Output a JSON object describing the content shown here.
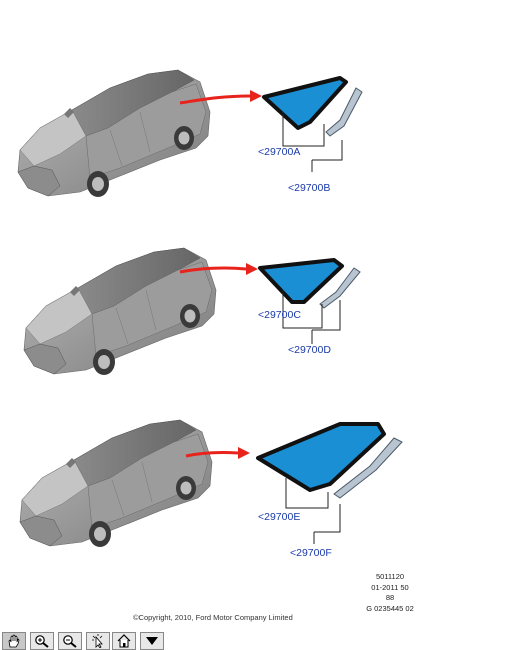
{
  "diagram": {
    "groups": [
      {
        "parts": [
          "<29700A",
          "<29700B"
        ]
      },
      {
        "parts": [
          "<29700C",
          "<29700D"
        ]
      },
      {
        "parts": [
          "<29700E",
          "<29700F"
        ]
      }
    ],
    "glass_color": "#1a8fd4",
    "arrow_color": "#e8231c",
    "label_color": "#1a3aa8"
  },
  "reference": {
    "lines": [
      "5011120",
      "01-2011 50",
      "88",
      "G 0235445 02"
    ]
  },
  "copyright": "©Copyright, 2010, Ford Motor Company Limited",
  "toolbar": {
    "buttons": [
      {
        "name": "pan-tool-button",
        "icon": "hand-icon"
      },
      {
        "name": "zoom-in-button",
        "icon": "zoom-in-icon"
      },
      {
        "name": "zoom-out-button",
        "icon": "zoom-out-icon"
      },
      {
        "name": "select-tool-button",
        "icon": "cursor-icon"
      },
      {
        "name": "home-button",
        "icon": "home-icon"
      },
      {
        "name": "menu-dropdown-button",
        "icon": "triangle-down-icon"
      }
    ]
  }
}
